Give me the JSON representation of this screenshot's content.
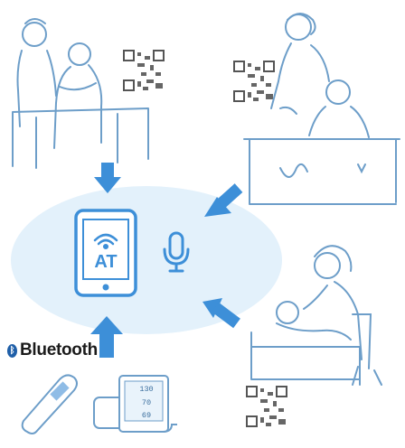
{
  "phone_label": "AT",
  "bluetooth_label": "Bluetooth",
  "monitor_readings": [
    "130",
    "70",
    "69"
  ],
  "colors": {
    "accent": "#3d8fd8",
    "ellipse": "#e3f1fb",
    "line": "#6d9ec9",
    "mic": "#3d8fd8"
  },
  "icons": [
    "phone-icon",
    "wifi-icon",
    "microphone-icon",
    "bluetooth-icon",
    "arrow-down-icon",
    "arrow-up-icon",
    "arrow-left-icon",
    "qr-code-icon",
    "thermometer-icon",
    "blood-pressure-monitor-icon"
  ]
}
